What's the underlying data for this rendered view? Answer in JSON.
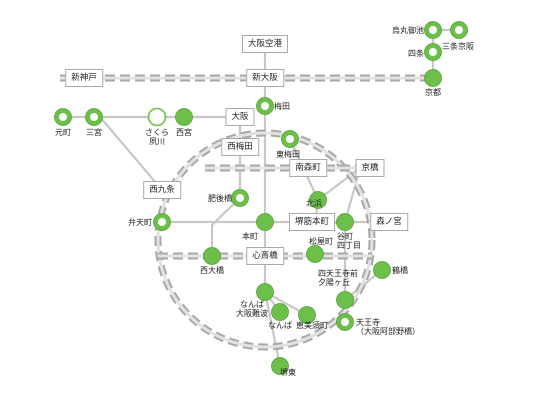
{
  "colors": {
    "station_fill": "#6cc04a",
    "station_stroke": "#52a038",
    "inner_ring": "#ffffff",
    "jr_dash": "#a8a8a8",
    "jr_core": "#e2e2e2",
    "subway_line": "#c8c8c8"
  },
  "boxes": {
    "osaka_airport": "大阪空港",
    "shin_osaka": "新大阪",
    "shin_kobe": "新神戸",
    "osaka": "大阪",
    "nishi_umeda": "西梅田",
    "minamimorimachi": "南森町",
    "kyobashi": "京橋",
    "nishikujo": "西九条",
    "sakaisuji_honmachi": "堺筋本町",
    "morinomiya": "森ノ宮",
    "shinsaibashi": "心斎橋"
  },
  "stations": {
    "karasuma_oike": "烏丸御池",
    "sanjo_keihan": "三条京阪",
    "shijo": "四条",
    "kyoto": "京都",
    "umeda": "梅田",
    "motomachi": "元町",
    "sannomiya": "三宮",
    "sakura_shukugawa": "さくら\n夙川",
    "nishinomiya": "西宮",
    "higashi_umeda": "東梅田",
    "higobashi": "肥後橋",
    "kitahama": "北浜",
    "bentencho": "弁天町",
    "honmachi": "本町",
    "tanimachi": "谷町\n四丁目",
    "matsuyamachi": "松屋町",
    "nishi_ohashi": "西大橋",
    "tennoji_mae": "四天王寺前\n夕陽ヶ丘",
    "tsuruhashi": "鶴橋",
    "namba_osaka_namba": "なんば\n大阪難波",
    "namba": "なんば",
    "ebisucho": "恵美須町",
    "tennoji": "天王寺\n（大阪阿部野橋）",
    "sakaihigashi": "堺東"
  }
}
